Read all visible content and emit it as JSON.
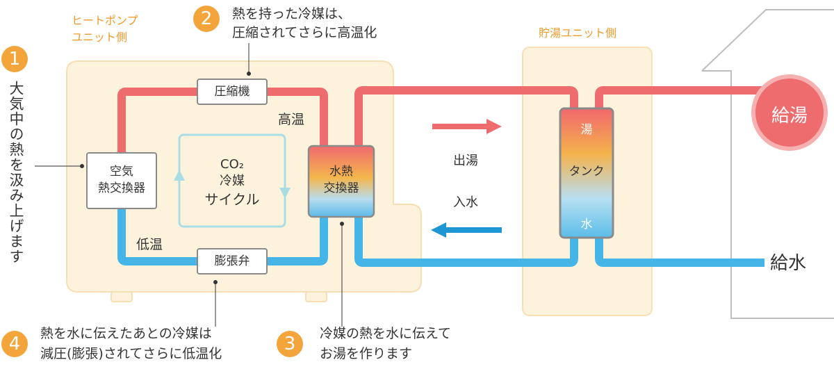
{
  "heat_pump_unit_label": [
    "ヒートポンプ",
    "ユニット側"
  ],
  "tank_unit_label": "貯湯ユニット側",
  "steps": [
    {
      "num": "1",
      "text": "大気中の熱を汲み上げます"
    },
    {
      "num": "2",
      "lines": [
        "熱を持った冷媒は、",
        "圧縮されてさらに高温化"
      ]
    },
    {
      "num": "3",
      "lines": [
        "冷媒の熱を水に伝えて",
        "お湯を作ります"
      ]
    },
    {
      "num": "4",
      "lines": [
        "熱を水に伝えたあとの冷媒は",
        "減圧(膨張)されてさらに低温化"
      ]
    }
  ],
  "components": {
    "compressor": "圧縮機",
    "air_hx": [
      "空気",
      "熱交換器"
    ],
    "water_hx": [
      "水熱",
      "交換器"
    ],
    "expansion_valve": "膨張弁",
    "tank": "タンク",
    "tank_top": "湯",
    "tank_bottom": "水"
  },
  "cycle": {
    "line1": "CO₂",
    "line2": "冷媒",
    "line3": "サイクル"
  },
  "temps": {
    "high": "高温",
    "low": "低温"
  },
  "flows": {
    "hot_out": "出湯",
    "water_in": "入水"
  },
  "outputs": {
    "hot_supply": "給湯",
    "water_supply": "給水"
  },
  "colors": {
    "hot_pipe": "#ee6b6e",
    "cold_pipe": "#45b4e6",
    "accent": "#f3a43a",
    "unit_fill": "#fdf3dc",
    "unit_stroke": "#f7dfb3"
  }
}
